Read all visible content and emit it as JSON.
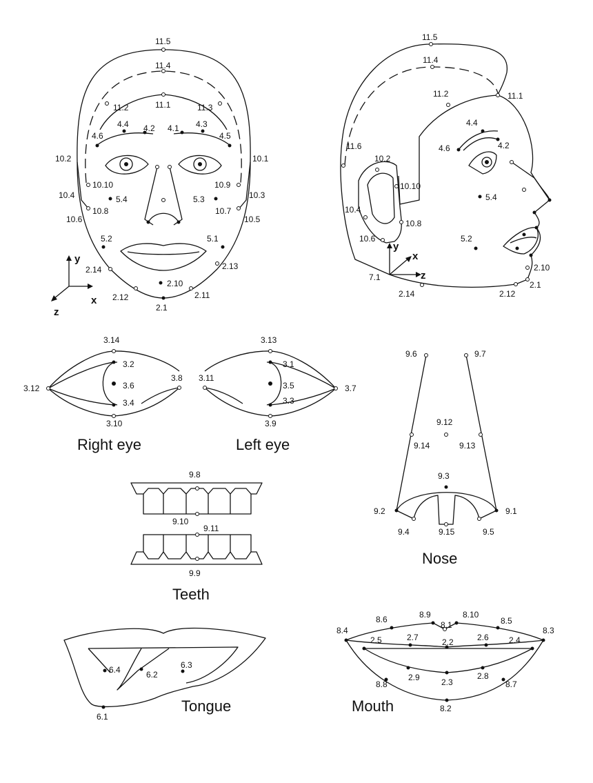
{
  "titles": {
    "right_eye": "Right eye",
    "left_eye": "Left eye",
    "nose": "Nose",
    "teeth": "Teeth",
    "tongue": "Tongue",
    "mouth": "Mouth"
  },
  "axes": {
    "x": "x",
    "y": "y",
    "z": "z"
  },
  "front_face": [
    "11.5",
    "11.4",
    "11.1",
    "11.2",
    "11.3",
    "4.4",
    "4.2",
    "4.1",
    "4.3",
    "4.6",
    "4.5",
    "10.2",
    "10.1",
    "10.10",
    "10.9",
    "10.4",
    "10.3",
    "5.4",
    "5.3",
    "10.8",
    "10.7",
    "10.6",
    "10.5",
    "5.2",
    "5.1",
    "2.14",
    "2.13",
    "2.10",
    "2.12",
    "2.11",
    "2.1"
  ],
  "side_face": [
    "11.5",
    "11.4",
    "11.2",
    "11.1",
    "4.4",
    "4.6",
    "4.2",
    "11.6",
    "10.2",
    "10.10",
    "5.4",
    "10.4",
    "10.8",
    "5.2",
    "10.6",
    "2.10",
    "7.1",
    "2.1",
    "2.14",
    "2.12"
  ],
  "right_eye": [
    "3.14",
    "3.2",
    "3.6",
    "3.8",
    "3.12",
    "3.4",
    "3.10"
  ],
  "left_eye": [
    "3.13",
    "3.1",
    "3.11",
    "3.5",
    "3.7",
    "3.3",
    "3.9"
  ],
  "nose": [
    "9.6",
    "9.7",
    "9.12",
    "9.14",
    "9.13",
    "9.3",
    "9.2",
    "9.1",
    "9.4",
    "9.15",
    "9.5"
  ],
  "teeth": [
    "9.8",
    "9.10",
    "9.11",
    "9.9"
  ],
  "tongue": [
    "6.4",
    "6.2",
    "6.3",
    "6.1"
  ],
  "mouth": [
    "8.6",
    "8.9",
    "8.10",
    "8.1",
    "8.5",
    "8.4",
    "8.3",
    "2.5",
    "2.7",
    "2.2",
    "2.6",
    "2.4",
    "8.8",
    "2.9",
    "2.3",
    "2.8",
    "8.7",
    "8.2"
  ]
}
